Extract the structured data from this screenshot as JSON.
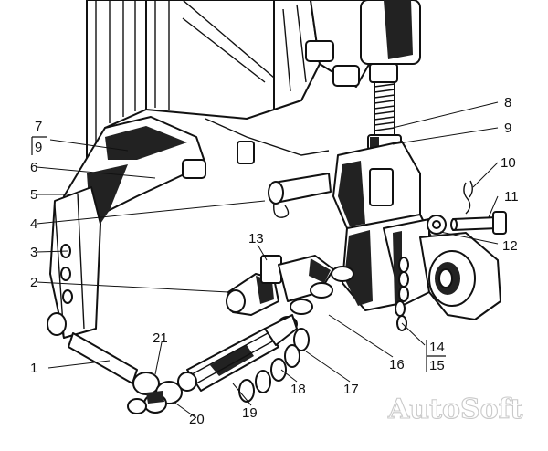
{
  "watermark": "AutoSoft",
  "callouts": [
    "1",
    "2",
    "3",
    "4",
    "5",
    "6",
    "7",
    "9",
    "8",
    "9",
    "10",
    "11",
    "12",
    "13",
    "14",
    "15",
    "16",
    "17",
    "18",
    "19",
    "20",
    "21"
  ]
}
